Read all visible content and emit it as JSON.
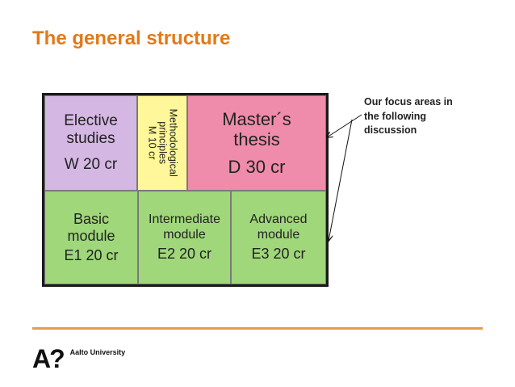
{
  "slide": {
    "title": "The general structure"
  },
  "diagram": {
    "elective": {
      "lines": [
        "Elective",
        "studies"
      ],
      "credits": "W  20 cr",
      "color": "#d4b7e3"
    },
    "methodological": {
      "lines": [
        "Methodological",
        "principles",
        "M 10 cr"
      ],
      "color": "#fff799"
    },
    "thesis": {
      "lines": [
        "Master´s",
        "thesis"
      ],
      "credits": "D  30 cr",
      "color": "#f08cab"
    },
    "basic": {
      "lines": [
        "Basic",
        "module"
      ],
      "credits": "E1  20 cr",
      "color": "#9fd77a"
    },
    "intermediate": {
      "lines": [
        "Intermediate",
        "module"
      ],
      "credits": "E2  20 cr",
      "color": "#9fd77a"
    },
    "advanced": {
      "lines": [
        "Advanced",
        "module"
      ],
      "credits": "E3  20 cr",
      "color": "#9fd77a"
    }
  },
  "annotation": {
    "lines": [
      "Our focus areas in",
      "the following",
      "discussion"
    ]
  },
  "footer": {
    "logo_mark": "A?",
    "university": "Aalto University",
    "accent_color": "#e07a1a"
  }
}
